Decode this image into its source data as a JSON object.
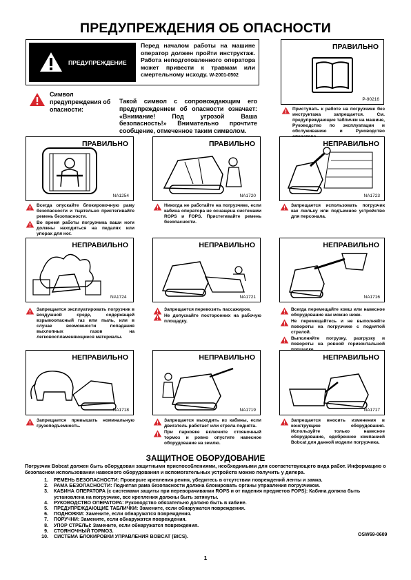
{
  "page_title": "ПРЕДУПРЕЖДЕНИЯ ОБ ОПАСНОСТИ",
  "danger_box": {
    "label": "ПРЕДУПРЕЖДЕНИЕ",
    "text": "Перед началом работы на машине оператор должен пройти инструктаж. Работа неподготовленного оператора может привести к травмам или смертельному исходу.",
    "code": "W-2001-0502"
  },
  "symbol_note": {
    "heading": "Символ предупреждения об опасности:",
    "body": "Такой символ с сопровождающим его предупреждением об опасности означает: «Внимание! Под угрозой Ваша безопасность!» Внимательно прочтите сообщение, отмеченное таким символом."
  },
  "manual_panel": {
    "title": "ПРАВИЛЬНО",
    "code": "P-90216",
    "caption": "Приступать к работе на погрузчике без инструктажа запрещается. См. предупреждающие таблички на машине, Руководство по эксплуатации и обслуживанию и Руководство оператора."
  },
  "panels": [
    {
      "title": "ПРАВИЛЬНО",
      "code": "NA1254",
      "captions": [
        "Всегда опускайте блокировочную раму безопасности и тщательно пристегивайте ремень безопасности.",
        "Во время работы погрузчика ваши ноги должны находиться на педалях или упорах для ног."
      ]
    },
    {
      "title": "ПРАВИЛЬНО",
      "code": "NA1720",
      "captions": [
        "Никогда не работайте на погрузчике, если кабина оператора не оснащена системами ROPS и FOPS. Пристегивайте ремень безопасности."
      ]
    },
    {
      "title": "НЕПРАВИЛЬНО",
      "code": "NA1723",
      "captions": [
        "Запрещается использовать погрузчик как люльку или подъемное устройство для персонала."
      ]
    },
    {
      "title": "НЕПРАВИЛЬНО",
      "code": "NA1724",
      "captions": [
        "Запрещается эксплуатировать погрузчик в воздушной среде, содержащей взрывоопасный газ или пыль, или в случае возможности попадания выхлопных газов на легковоспламеняющиеся материалы."
      ]
    },
    {
      "title": "НЕПРАВИЛЬНО",
      "code": "NA1721",
      "captions": [
        "Запрещается перевозить пассажиров.",
        "Не допускайте посторонних на рабочую площадку."
      ]
    },
    {
      "title": "НЕПРАВИЛЬНО",
      "code": "NA1716",
      "captions": [
        "Всегда перемещайте ковш или навесное оборудование как можно ниже.",
        "Не перемещайтесь и не выполняйте повороты на погрузчике с поднятой стрелой.",
        "Выполняйте погрузку, разгрузку и повороты на ровной горизонтальной площадке."
      ]
    },
    {
      "title": "НЕПРАВИЛЬНО",
      "code": "NA1718",
      "captions": [
        "Запрещается превышать номинальную грузоподъемность."
      ]
    },
    {
      "title": "НЕПРАВИЛЬНО",
      "code": "NA1719",
      "captions": [
        "Запрещается выходить из кабины, если двигатель работает или стрела поднята.",
        "При парковке включите стояночный тормоз и ровно опустите навесное оборудование на землю."
      ]
    },
    {
      "title": "НЕПРАВИЛЬНО",
      "code": "NA1717",
      "captions": [
        "Запрещается вносить изменения в конструкцию оборудования. Используйте только навесное оборудование, одобренное компанией Bobcat для данной модели погрузчика."
      ]
    }
  ],
  "safety": {
    "title": "ЗАЩИТНОЕ ОБОРУДОВАНИЕ",
    "intro": "Погрузчик Bobcat должен быть оборудован защитными приспособлениями, необходимыми для соответствующего вида работ. Информацию о безопасном использовании навесного оборудования и вспомогательных устройств можно получить у дилера.",
    "items": [
      {
        "n": "1.",
        "text": "РЕМЕНЬ БЕЗОПАСНОСТИ: Проверьте крепления ремня, убедитесь в отсутствии повреждений ленты и замка."
      },
      {
        "n": "2.",
        "text": "РАМА БЕЗОПАСНОСТИ: Поднятая рама безопасности должна блокировать органы управления погрузчиком."
      },
      {
        "n": "3.",
        "text": "КАБИНА ОПЕРАТОРА (с системами защиты при переворачивании ROPS и от падения предметов FOPS): Кабина должна быть установлена на погрузчике, все крепления должны быть затянуты."
      },
      {
        "n": "4.",
        "text": "РУКОВОДСТВО ОПЕРАТОРА: Руководство обязательно должно быть в кабине."
      },
      {
        "n": "5.",
        "text": "ПРЕДУПРЕЖДАЮЩИЕ ТАБЛИЧКИ: Замените, если обнаружатся повреждения."
      },
      {
        "n": "6.",
        "text": "ПОДНОЖКИ: Замените, если обнаружатся повреждения."
      },
      {
        "n": "7.",
        "text": "ПОРУЧНИ: Замените, если обнаружатся повреждения."
      },
      {
        "n": "8.",
        "text": "УПОР СТРЕЛЫ: Замените, если обнаружатся повреждения."
      },
      {
        "n": "9.",
        "text": "СТОЯНОЧНЫЙ ТОРМОЗ."
      },
      {
        "n": "10.",
        "text": "СИСТЕМА БЛОКИРОВКИ УПРАВЛЕНИЯ BOBCAT (BICS)."
      }
    ],
    "doc_code": "OSW69-0609"
  },
  "page_number": "1",
  "colors": {
    "warning_red": "#d7262d",
    "ink": "#000000"
  }
}
